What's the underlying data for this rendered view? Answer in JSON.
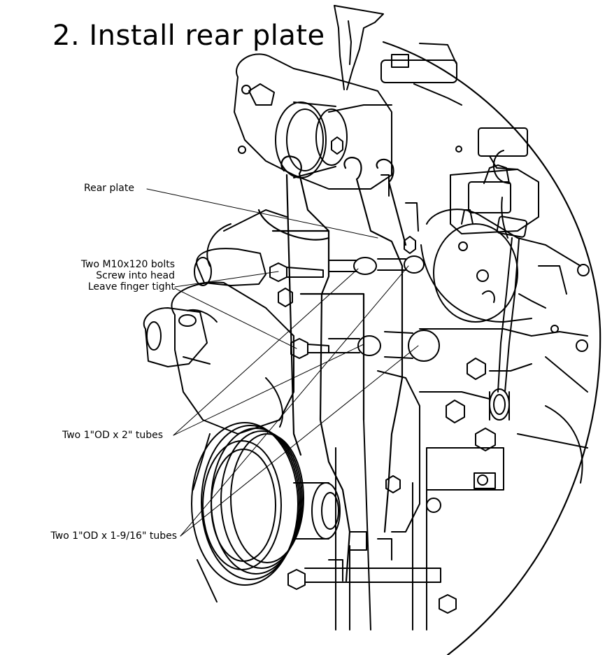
{
  "title": "2. Install rear plate",
  "callouts": {
    "rear_plate": "Rear plate",
    "bolts": [
      "Two M10x120 bolts",
      "Screw into head",
      "Leave finger tight"
    ],
    "tubes_2in": "Two 1\"OD x 2\" tubes",
    "tubes_1_9_16in": "Two 1\"OD x 1-9/16\" tubes"
  }
}
